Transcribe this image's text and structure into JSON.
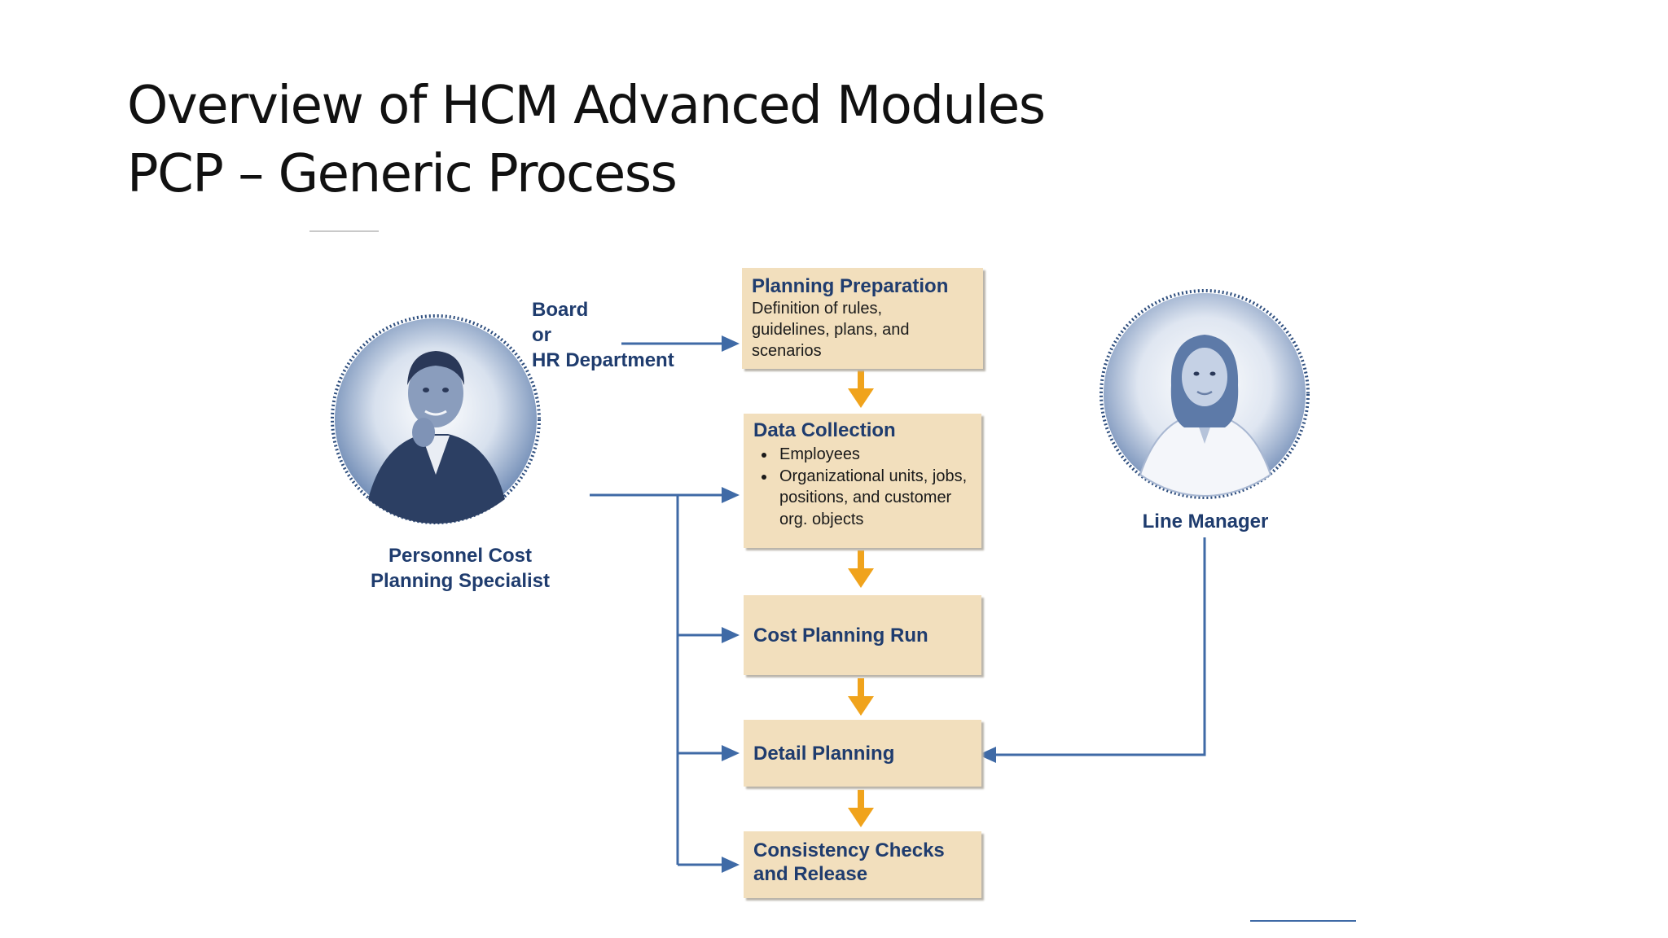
{
  "title": {
    "line1": "Overview of HCM Advanced Modules",
    "line2": "PCP – Generic Process"
  },
  "diagram": {
    "actors": {
      "board": [
        "Board",
        "or",
        "HR Department"
      ],
      "specialist": [
        "Personnel Cost",
        "Planning Specialist"
      ],
      "line_manager": "Line Manager"
    },
    "steps": [
      {
        "title": "Planning Preparation",
        "description": [
          "Definition of rules,",
          "guidelines, plans, and",
          "scenarios"
        ]
      },
      {
        "title": "Data Collection",
        "bullets": [
          "Employees",
          "Organizational units, jobs, positions, and customer org. objects"
        ]
      },
      {
        "title": "Cost Planning Run"
      },
      {
        "title": "Detail Planning"
      },
      {
        "title": "Consistency Checks",
        "title2": "and Release"
      }
    ],
    "colors": {
      "box_fill": "#f2dfbd",
      "flow_arrow": "#f0a31c",
      "connector": "#3f6aa6",
      "label_text": "#1f3c6e",
      "portrait_tint": "#4d6a9a"
    },
    "icons": [
      "man-portrait",
      "woman-portrait"
    ]
  }
}
